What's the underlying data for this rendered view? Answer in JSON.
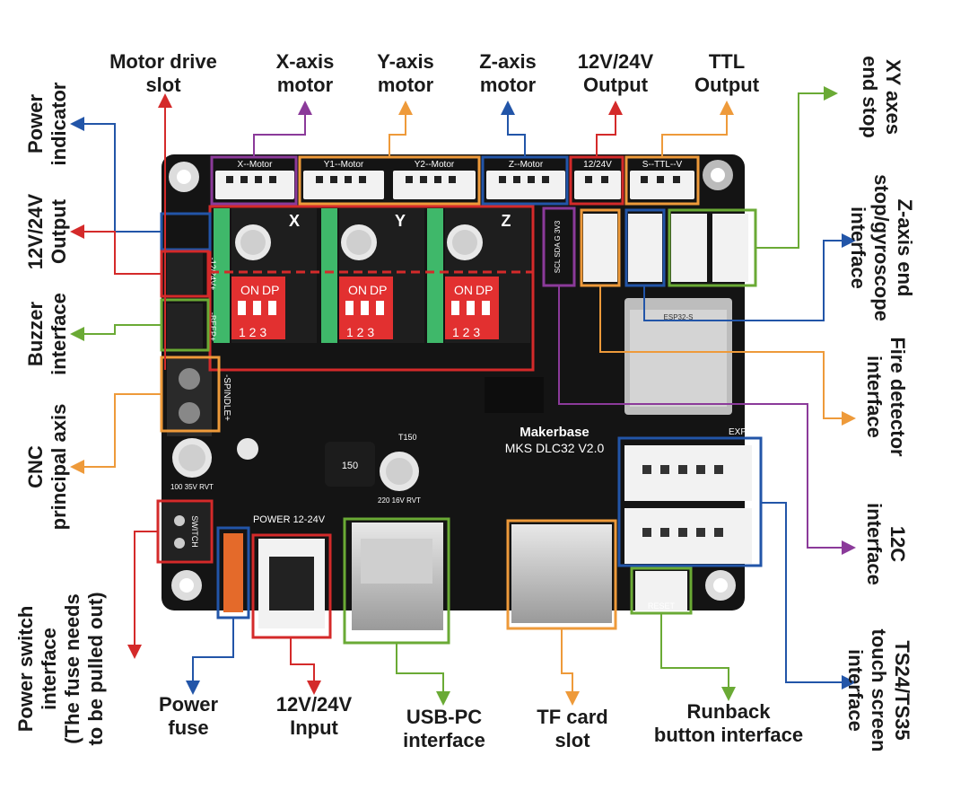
{
  "colors": {
    "red": "#d42a2a",
    "blue": "#2255a8",
    "green": "#6aaa35",
    "orange": "#ee9a3a",
    "purple": "#8b3a9a",
    "board": "#141414"
  },
  "board": {
    "brand": "Makerbase",
    "model": "MKS DLC32 V2.0",
    "silk": {
      "x_motor": "X--Motor",
      "y1_motor": "Y1--Motor",
      "y2_motor": "Y2--Motor",
      "z_motor": "Z--Motor",
      "v12_24": "12/24V",
      "ttl": "S--TTL--V",
      "axis_x": "X",
      "axis_y": "Y",
      "axis_z": "Z",
      "dip_on": "ON",
      "dip_dp": "DP",
      "dip_nums": "1 2 3",
      "cap_small": "100 35V RVT",
      "cap_big": "220 16V RVT",
      "inductor": "150",
      "power": "POWER 12-24V",
      "exp1": "EXP1",
      "reset": "RESET",
      "spindle": "-SPINDLE+",
      "beep": "-BEEP+",
      "v12_side": "-12/24V+",
      "switch": "SWITCH",
      "t150": "T150",
      "i2c_pins": "SCL SDA G 3V3",
      "esp": "ESP32-S"
    }
  },
  "labels": {
    "motor_drive_slot": [
      "Motor drive",
      "slot"
    ],
    "x_axis_motor": [
      "X-axis",
      "motor"
    ],
    "y_axis_motor": [
      "Y-axis",
      "motor"
    ],
    "z_axis_motor": [
      "Z-axis",
      "motor"
    ],
    "output_12_24_top": [
      "12V/24V",
      "Output"
    ],
    "ttl_output": [
      "TTL",
      "Output"
    ],
    "power_indicator": [
      "Power",
      "indicator"
    ],
    "output_12_24_left": [
      "12V/24V",
      "Output"
    ],
    "buzzer_interface": [
      "Buzzer",
      "interface"
    ],
    "cnc_axis": [
      "CNC",
      "principal axis"
    ],
    "power_switch": [
      "Power switch",
      "interface",
      "(The fuse needs",
      "to be pulled out)"
    ],
    "power_fuse": [
      "Power",
      "fuse"
    ],
    "input_12_24": [
      "12V/24V",
      "Input"
    ],
    "usb_pc": [
      "USB-PC",
      "interface"
    ],
    "tf_card": [
      "TF card",
      "slot"
    ],
    "runback": [
      "Runback",
      "button interface"
    ],
    "xy_end_stop": [
      "XY axes",
      "end stop"
    ],
    "z_end_stop": [
      "Z-axis end",
      "stop/gyroscope",
      "interface"
    ],
    "fire_detector": [
      "Fire detector",
      "interface"
    ],
    "i2c": [
      "12C",
      "interface"
    ],
    "touch_screen": [
      "TS24/TS35",
      "touch screen",
      "interface"
    ]
  }
}
